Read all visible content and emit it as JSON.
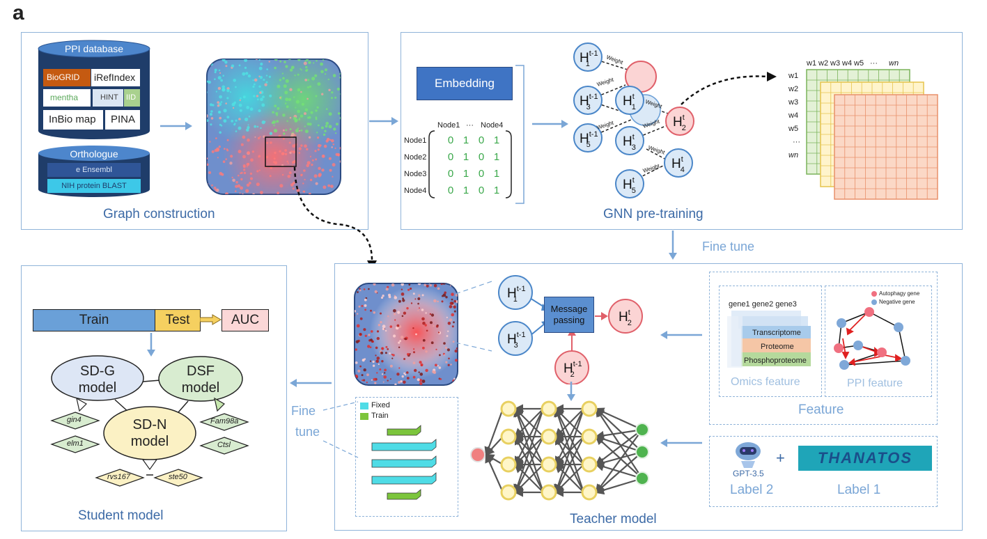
{
  "panel_letter": "a",
  "graph_construction": {
    "title": "Graph construction",
    "ppi": {
      "title": "PPI database",
      "sources": [
        "BioGRID",
        "iRefIndex",
        "mentha",
        "HINT",
        "IID",
        "InBio map",
        "PINA"
      ]
    },
    "orthologue": {
      "title": "Orthologue",
      "sources": [
        "e Ensembl",
        "NIH protein BLAST"
      ]
    }
  },
  "gnn_pretraining": {
    "title": "GNN pre-training",
    "embedding_label": "Embedding",
    "matrix": {
      "col_headers": [
        "Node1",
        "···",
        "Node4"
      ],
      "row_labels": [
        "Node1",
        "Node2",
        "Node3",
        "Node4"
      ],
      "rows": [
        [
          "0",
          "1",
          "0",
          "1"
        ],
        [
          "0",
          "1",
          "0",
          "1"
        ],
        [
          "0",
          "1",
          "0",
          "1"
        ],
        [
          "0",
          "1",
          "0",
          "1"
        ]
      ]
    },
    "edge_label": "Weight",
    "weight_cols": [
      "w1",
      "w2",
      "w3",
      "w4",
      "w5",
      "···",
      "wn"
    ],
    "weight_rows": [
      "w1",
      "w2",
      "w3",
      "w4",
      "w5",
      "···",
      "wn"
    ]
  },
  "fine_tune_top": "Fine tune",
  "teacher_model": {
    "title": "Teacher model",
    "message_passing": "Message passing",
    "legend": {
      "fixed": "Fixed",
      "train": "Train"
    },
    "fine_tune_side": [
      "Fine",
      "tune"
    ]
  },
  "feature": {
    "title": "Feature",
    "omics": {
      "title": "Omics feature",
      "genes": "gene1 gene2 gene3",
      "layers": [
        "Transcriptome",
        "Proteome",
        "Phosphoproteome"
      ]
    },
    "ppi": {
      "title": "PPI feature",
      "legend": [
        "Autophagy gene",
        "Negative gene"
      ]
    }
  },
  "labels": {
    "label2": "Label 2",
    "label1": "Label 1",
    "gpt": "GPT-3.5",
    "thanatos": "THANATOS",
    "plus": "+"
  },
  "student_model": {
    "title": "Student model",
    "pipeline": [
      "Train",
      "Test",
      "AUC"
    ],
    "models": {
      "sdg": [
        "SD-G",
        "model"
      ],
      "dsf": [
        "DSF",
        "model"
      ],
      "sdn": [
        "SD-N",
        "model"
      ]
    },
    "genes": [
      "gin4",
      "elm1",
      "Fam98a",
      "Ctsl",
      "rvs167",
      "ste50"
    ]
  },
  "colors": {
    "accent": "#3c6aa6",
    "panel_border": "#8fb3d9",
    "autophagy": "#f08080",
    "negative": "#7fa8d8"
  }
}
